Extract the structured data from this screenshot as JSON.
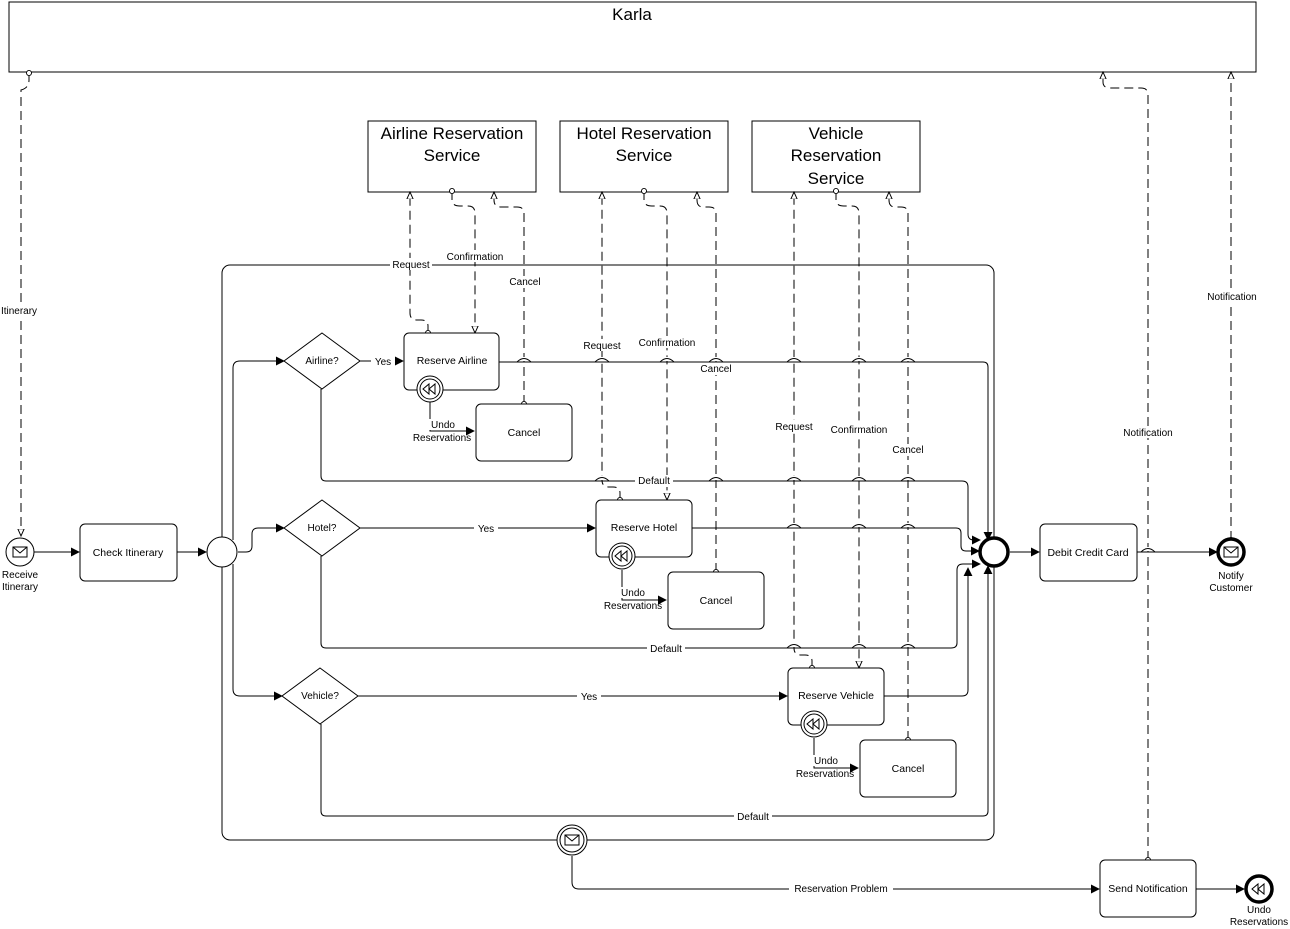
{
  "pools": {
    "karla": "Karla",
    "airline_line1": "Airline Reservation",
    "airline_line2": "Service",
    "hotel_line1": "Hotel Reservation",
    "hotel_line2": "Service",
    "vehicle_line1": "Vehicle",
    "vehicle_line2": "Reservation",
    "vehicle_line3": "Service"
  },
  "events": {
    "receive_line1": "Receive",
    "receive_line2": "Itinerary",
    "notify_line1": "Notify",
    "notify_line2": "Customer",
    "undo_line1": "Undo",
    "undo_line2": "Reservations"
  },
  "tasks": {
    "check_itinerary": "Check Itinerary",
    "reserve_airline": "Reserve Airline",
    "cancel_airline": "Cancel",
    "reserve_hotel": "Reserve Hotel",
    "cancel_hotel": "Cancel",
    "reserve_vehicle": "Reserve Vehicle",
    "cancel_vehicle": "Cancel",
    "debit_credit_card": "Debit Credit Card",
    "send_notification": "Send Notification"
  },
  "gateways": {
    "airline": "Airline?",
    "hotel": "Hotel?",
    "vehicle": "Vehicle?"
  },
  "flows": {
    "yes_airline": "Yes",
    "yes_hotel": "Yes",
    "yes_vehicle": "Yes",
    "default_airline": "Default",
    "default_hotel": "Default",
    "default_vehicle": "Default",
    "undo_line1": "Undo",
    "undo_line2": "Reservations",
    "reservation_problem": "Reservation Problem"
  },
  "messages": {
    "itinerary": "Itinerary",
    "notification_customer": "Notification",
    "notification_send": "Notification",
    "airline_request": "Request",
    "airline_confirmation": "Confirmation",
    "airline_cancel": "Cancel",
    "hotel_request": "Request",
    "hotel_confirmation": "Confirmation",
    "hotel_cancel": "Cancel",
    "vehicle_request": "Request",
    "vehicle_confirmation": "Confirmation",
    "vehicle_cancel": "Cancel"
  }
}
